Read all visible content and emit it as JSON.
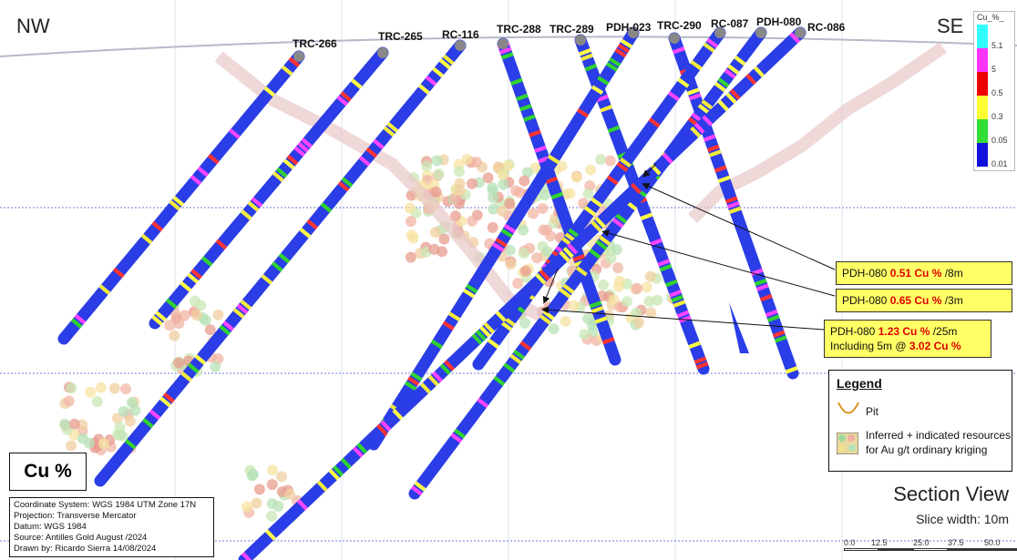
{
  "header": {
    "left_label": "NW",
    "right_label": "SE"
  },
  "holes": [
    "TRC-266",
    "TRC-265",
    "RC-116",
    "TRC-288",
    "TRC-289",
    "PDH-023",
    "TRC-290",
    "RC-087",
    "PDH-080",
    "RC-086"
  ],
  "color_bar": {
    "title": "Cu_%_",
    "labels": [
      "5.1",
      "5",
      "0.5",
      "0.3",
      "0.05",
      "0.01"
    ],
    "colors": [
      "#33ffff",
      "#ff33ff",
      "#ee0000",
      "#ffff33",
      "#33dd33",
      "#1111dd"
    ]
  },
  "callouts": [
    {
      "prefix": "PDH-080 ",
      "value": "0.51 Cu %",
      "suffix": " /8m"
    },
    {
      "prefix": "PDH-080 ",
      "value": "0.65 Cu %",
      "suffix": " /3m"
    },
    {
      "prefix": "PDH-080 ",
      "value": "1.23 Cu %",
      "suffix": " /25m",
      "line2_prefix": "Including 5m @ ",
      "line2_value": "3.02 Cu %"
    }
  ],
  "legend": {
    "title": "Legend",
    "pit_label": "Pit",
    "resources_label_1": "Inferred + indicated resources",
    "resources_label_2": "for Au g/t ordinary kriging"
  },
  "cu_label": "Cu %",
  "info": [
    "Coordinate System: WGS 1984 UTM Zone 17N",
    "Projection: Transverse Mercator",
    "Datum: WGS 1984",
    "Source: Antilles Gold  August /2024",
    "Drawn by: Ricardo Sierra 14/08/2024"
  ],
  "section_title": "Section View",
  "slice_width": "Slice width: 10m",
  "scale_ticks": [
    "0.0",
    "12.5",
    "25.0",
    "37.5",
    "50.0"
  ]
}
